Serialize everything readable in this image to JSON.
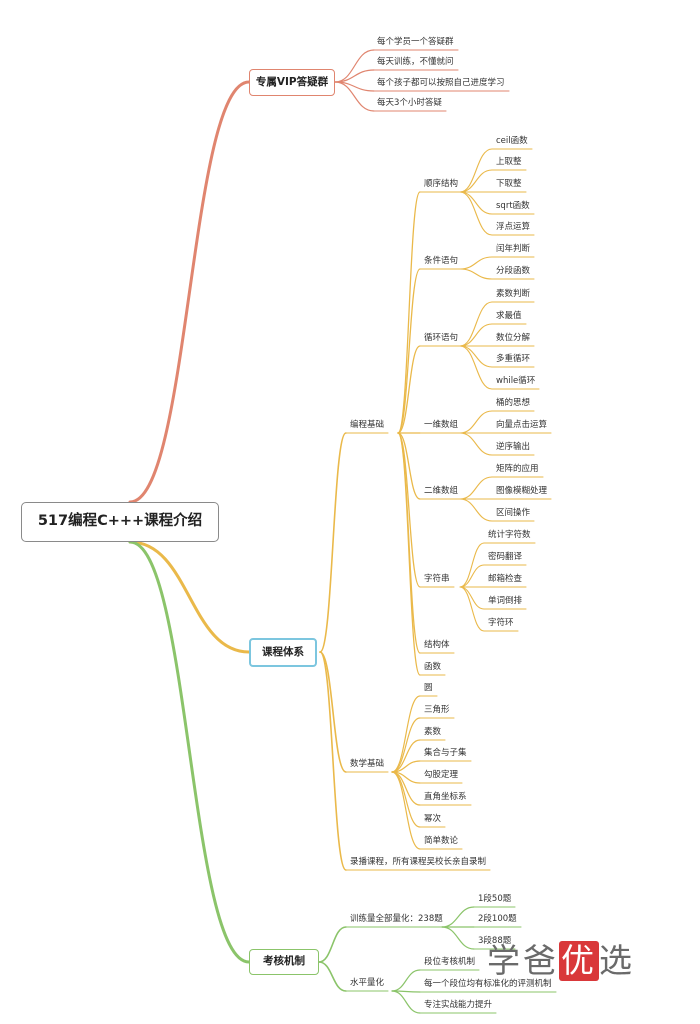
{
  "root": "517编程C+++课程介绍",
  "vip": {
    "title": "专属VIP答疑群",
    "items": [
      "每个学员一个答疑群",
      "每天训练，不懂就问",
      "每个孩子都可以按照自己进度学习",
      "每天3个小时答疑"
    ]
  },
  "course": {
    "title": "课程体系",
    "prog_label": "编程基础",
    "groups": [
      {
        "label": "顺序结构",
        "items": [
          "ceil函数",
          "上取整",
          "下取整",
          "sqrt函数",
          "浮点运算"
        ]
      },
      {
        "label": "条件语句",
        "items": [
          "闰年判断",
          "分段函数"
        ]
      },
      {
        "label": "循环语句",
        "items": [
          "素数判断",
          "求最值",
          "数位分解",
          "多重循环",
          "while循环"
        ]
      },
      {
        "label": "一维数组",
        "items": [
          "桶的思想",
          "向量点击运算",
          "逆序输出"
        ]
      },
      {
        "label": "二维数组",
        "items": [
          "矩阵的应用",
          "图像模糊处理",
          "区间操作"
        ]
      },
      {
        "label": "字符串",
        "items": [
          "统计字符数",
          "密码翻译",
          "邮箱检查",
          "单词倒排",
          "字符环"
        ]
      }
    ],
    "singles": [
      "结构体",
      "函数"
    ],
    "math_label": "数学基础",
    "math_items": [
      "圆",
      "三角形",
      "素数",
      "集合与子集",
      "勾股定理",
      "直角坐标系",
      "幂次",
      "简单数论"
    ],
    "record": "录播课程，所有课程吴校长亲自录制"
  },
  "assess": {
    "title": "考核机制",
    "train_label": "训练量全部量化：238题",
    "train_items": [
      "1段50题",
      "2段100题",
      "3段88题"
    ],
    "level_label": "水平量化",
    "level_items": [
      "段位考核机制",
      "每一个段位均有标准化的评测机制",
      "专注实战能力提升"
    ]
  },
  "watermark": {
    "text1": "学爸",
    "emph": "优",
    "text2": "选"
  },
  "colors": {
    "vip": "#e0856f",
    "course": "#eab94a",
    "assess": "#8bc46a",
    "course_border": "#7cc6df"
  }
}
